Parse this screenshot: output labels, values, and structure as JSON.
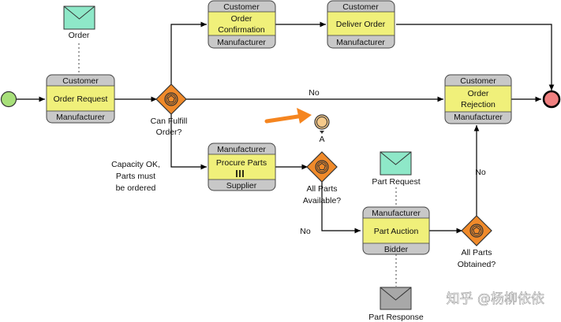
{
  "tasks": [
    {
      "id": "order-request",
      "top": "Customer",
      "name": [
        "Order Request"
      ],
      "bottom": "Manufacturer",
      "marker": ""
    },
    {
      "id": "order-confirmation",
      "top": "Customer",
      "name": [
        "Order",
        "Confirmation"
      ],
      "bottom": "Manufacturer",
      "marker": ""
    },
    {
      "id": "deliver-order",
      "top": "Customer",
      "name": [
        "Deliver Order"
      ],
      "bottom": "Manufacturer",
      "marker": ""
    },
    {
      "id": "order-rejection",
      "top": "Customer",
      "name": [
        "Order",
        "Rejection"
      ],
      "bottom": "Manufacturer",
      "marker": ""
    },
    {
      "id": "procure-parts",
      "top": "Manufacturer",
      "name": [
        "Procure Parts"
      ],
      "bottom": "Supplier",
      "marker": "parallel"
    },
    {
      "id": "part-auction",
      "top": "Manufacturer",
      "name": [
        "Part Auction"
      ],
      "bottom": "Bidder",
      "marker": ""
    }
  ],
  "gateways": [
    {
      "id": "can-fulfill",
      "label": [
        "Can Fulfill",
        "Order?"
      ]
    },
    {
      "id": "all-parts-available",
      "label": [
        "All Parts",
        "Available?"
      ]
    },
    {
      "id": "all-parts-obtained",
      "label": [
        "All Parts",
        "Obtained?"
      ]
    }
  ],
  "messages": [
    {
      "id": "order",
      "label": "Order",
      "filled": "light"
    },
    {
      "id": "part-request",
      "label": "Part Request",
      "filled": "light"
    },
    {
      "id": "part-response",
      "label": "Part Response",
      "filled": "dark"
    }
  ],
  "intermediate_event": {
    "label": "A"
  },
  "flow_labels": {
    "no_top": "No",
    "capacity": [
      "Capacity OK,",
      "Parts must",
      "be ordered"
    ],
    "no_auction": "No",
    "no_rejection": "No"
  },
  "watermark": "知乎 @杨柳依依",
  "colors": {
    "task_fill": "#f0f07a",
    "band_fill": "#c8c8c8",
    "gateway_fill": "#f08a2a",
    "start_fill": "#a8e07a",
    "end_fill": "#f08080",
    "message_light": "#8ee8c8",
    "message_dark": "#a8a8a8",
    "arrow_annotation": "#f5851f"
  }
}
